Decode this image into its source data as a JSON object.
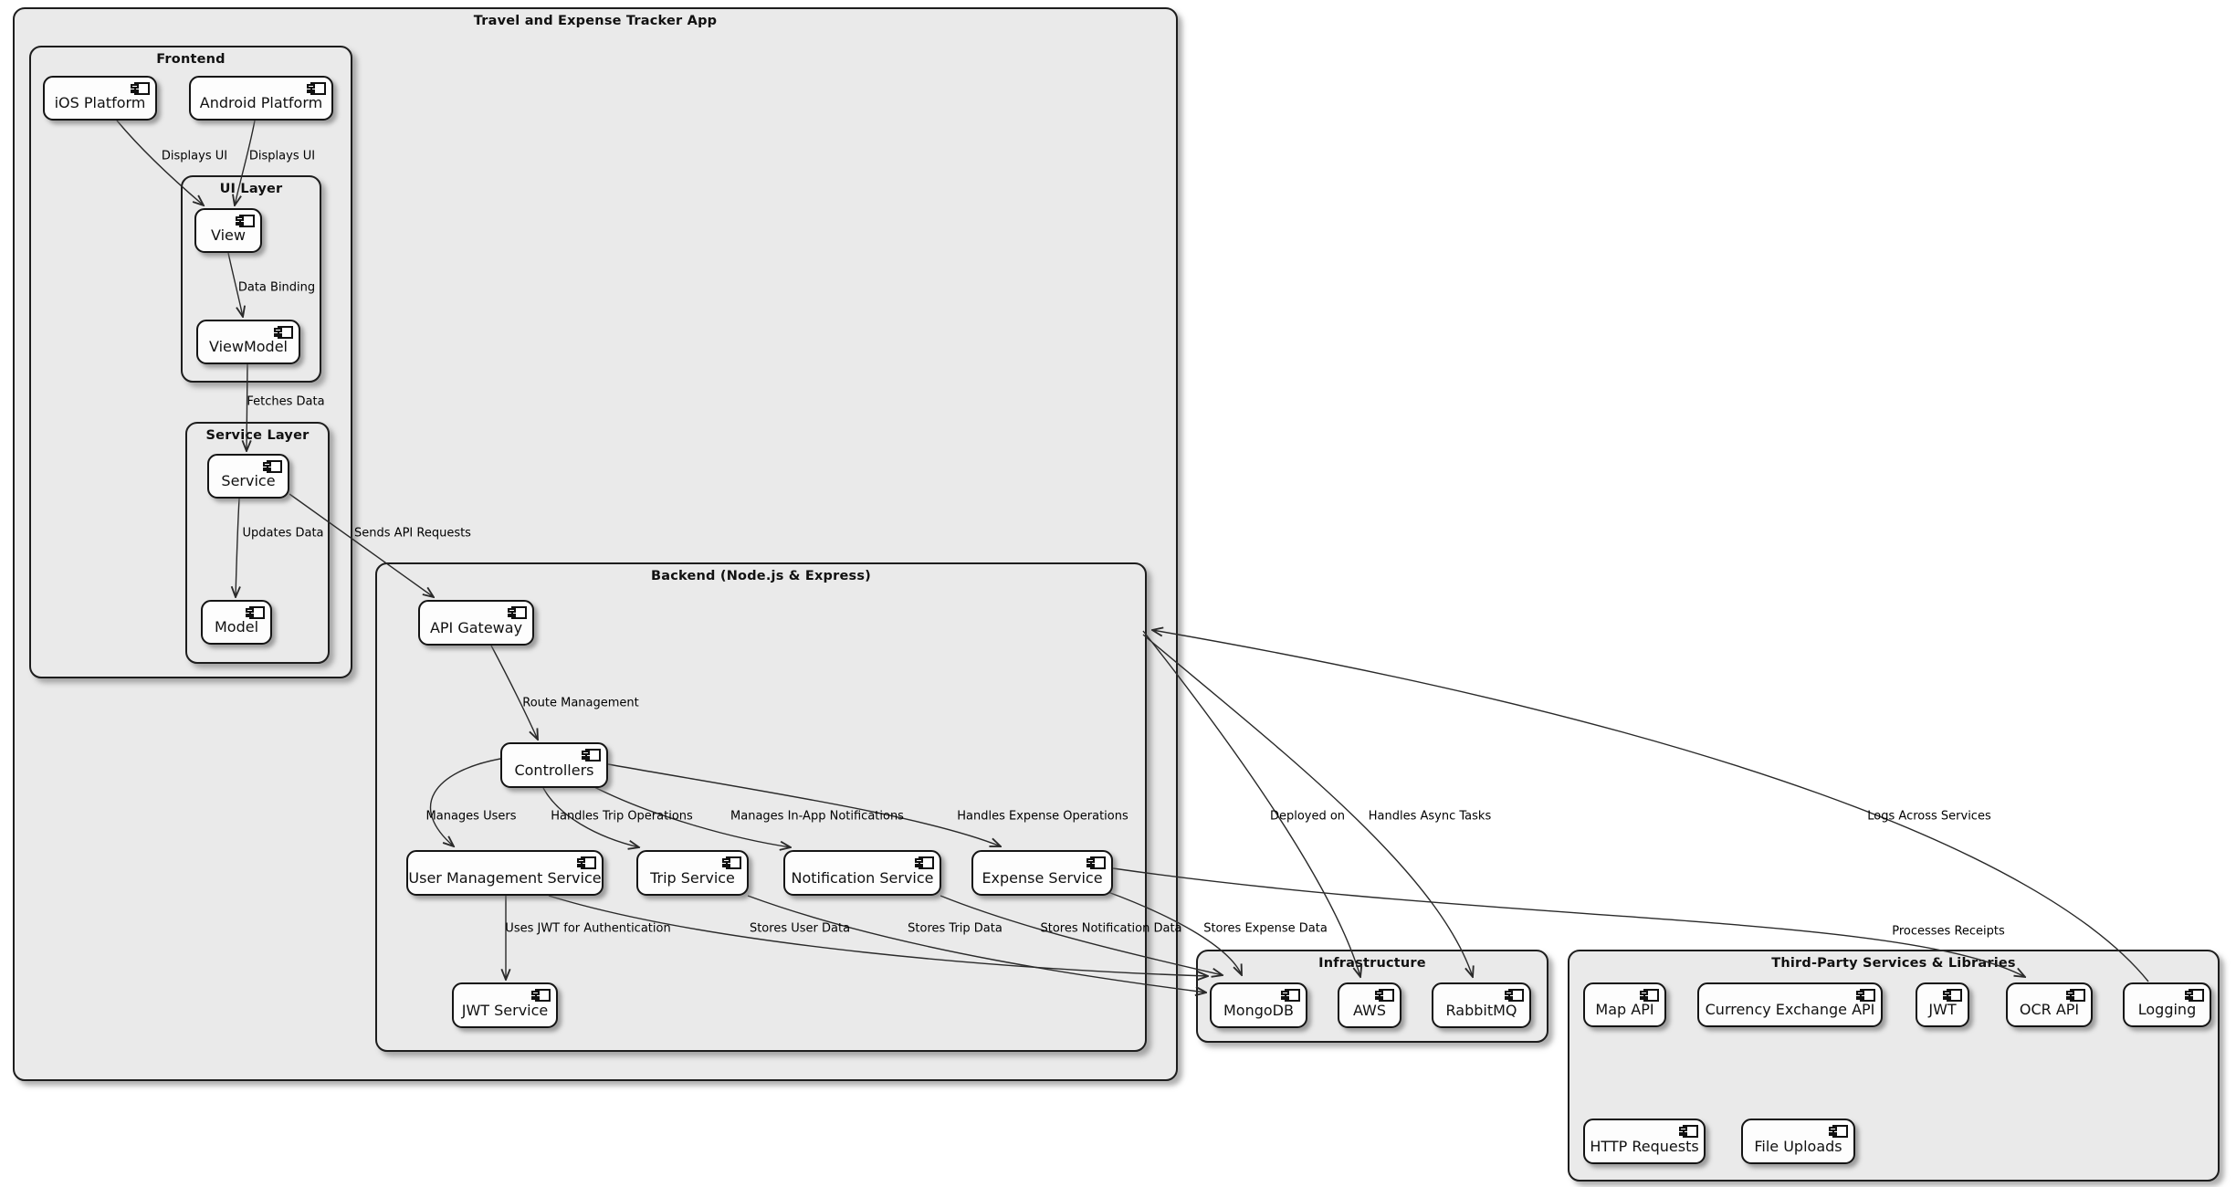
{
  "diagram_title": "Travel and Expense Tracker App",
  "groups": {
    "frontend": {
      "title": "Frontend"
    },
    "ui_layer": {
      "title": "UI Layer"
    },
    "service_layer": {
      "title": "Service Layer"
    },
    "backend": {
      "title": "Backend (Node.js & Express)"
    },
    "infrastructure": {
      "title": "Infrastructure"
    },
    "third_party": {
      "title": "Third-Party Services & Libraries"
    }
  },
  "nodes": {
    "ios": "iOS Platform",
    "android": "Android Platform",
    "view": "View",
    "viewmodel": "ViewModel",
    "service": "Service",
    "model": "Model",
    "api_gateway": "API Gateway",
    "controllers": "Controllers",
    "user_management": "User Management Service",
    "trip": "Trip Service",
    "notification": "Notification Service",
    "expense": "Expense Service",
    "jwt_service": "JWT Service",
    "mongodb": "MongoDB",
    "aws": "AWS",
    "rabbitmq": "RabbitMQ",
    "map_api": "Map API",
    "currency_exchange": "Currency Exchange API",
    "jwt": "JWT",
    "ocr_api": "OCR API",
    "logging": "Logging",
    "http_requests": "HTTP Requests",
    "file_uploads": "File Uploads"
  },
  "edge_labels": {
    "displays_ui_ios": "Displays UI",
    "displays_ui_android": "Displays UI",
    "data_binding": "Data Binding",
    "fetches_data": "Fetches Data",
    "updates_data": "Updates Data",
    "sends_api_requests": "Sends API Requests",
    "route_management": "Route Management",
    "manages_users": "Manages Users",
    "handles_trip_operations": "Handles Trip Operations",
    "manages_in_app_notifications": "Manages In-App Notifications",
    "handles_expense_operations": "Handles Expense Operations",
    "uses_jwt_for_authentication": "Uses JWT for Authentication",
    "stores_user_data": "Stores User Data",
    "stores_trip_data": "Stores Trip Data",
    "stores_notification_data": "Stores Notification Data",
    "stores_expense_data": "Stores Expense Data",
    "deployed_on": "Deployed on",
    "handles_async_tasks": "Handles Async Tasks",
    "logs_across_services": "Logs Across Services",
    "processes_receipts": "Processes Receipts"
  },
  "colors": {
    "group_fill": "#EAEAEA",
    "node_fill": "#FDFDFD",
    "border": "#141414",
    "edge": "#2a2a2a",
    "background": "#ffffff"
  }
}
